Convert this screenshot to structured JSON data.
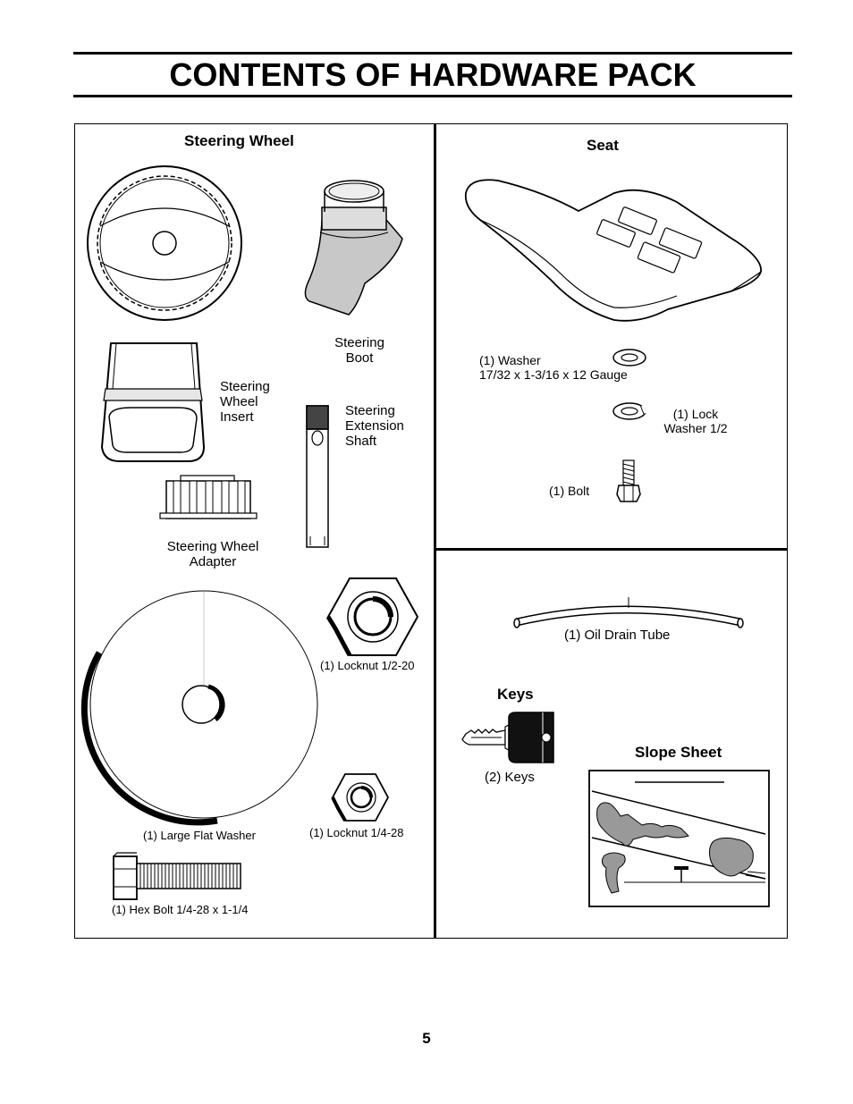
{
  "page": {
    "title": "CONTENTS OF HARDWARE PACK",
    "page_number": "5"
  },
  "sections": {
    "steering_wheel": "Steering Wheel",
    "seat": "Seat",
    "keys": "Keys",
    "slope_sheet": "Slope Sheet"
  },
  "labels": {
    "steering_boot": "Steering\nBoot",
    "steering_wheel_insert": "Steering\nWheel\nInsert",
    "steering_extension_shaft": "Steering\nExtension\nShaft",
    "steering_wheel_adapter": "Steering Wheel\nAdapter",
    "locknut_half": "(1) Locknut  1/2-20",
    "large_flat_washer": "(1) Large Flat Washer",
    "locknut_quarter": "(1) Locknut  1/4-28",
    "hex_bolt": "(1) Hex Bolt  1/4-28 x 1-1/4",
    "washer": "(1) Washer\n17/32 x 1-3/16 x 12 Gauge",
    "lock_washer": "(1) Lock\nWasher 1/2",
    "bolt": "(1) Bolt",
    "oil_drain_tube": "(1) Oil Drain Tube",
    "keys_item": "(2) Keys"
  }
}
